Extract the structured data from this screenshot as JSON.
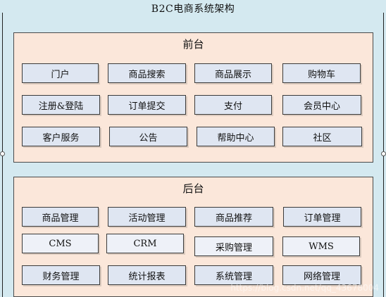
{
  "title": "B2C电商系统架构",
  "frontend": {
    "title": "前台",
    "rows": [
      [
        "门户",
        "商品搜索",
        "商品展示",
        "购物车"
      ],
      [
        "注册&登陆",
        "订单提交",
        "支付",
        "会员中心"
      ],
      [
        "客户服务",
        "公告",
        "帮助中心",
        "社区"
      ]
    ]
  },
  "backend": {
    "title": "后台",
    "rows": [
      [
        "商品管理",
        "活动管理",
        "商品推荐",
        "订单管理"
      ],
      [
        "CMS",
        "CRM",
        "采购管理",
        "WMS"
      ],
      [
        "财务管理",
        "统计报表",
        "系统管理",
        "网络管理"
      ]
    ]
  },
  "watermark": "https://blog.csdn.net/qq_43678004"
}
